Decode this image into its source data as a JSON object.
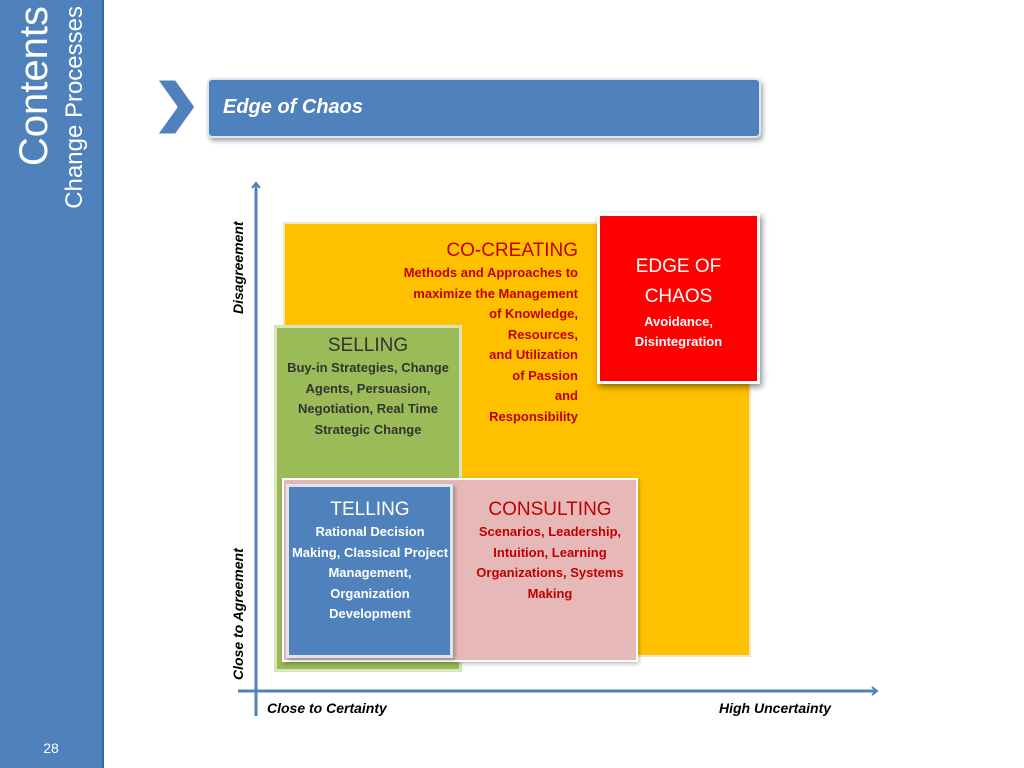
{
  "sidebar": {
    "title": "Contents",
    "subtitle": "Change Processes",
    "page_number": "28"
  },
  "header": {
    "title": "Edge of Chaos"
  },
  "diagram": {
    "co_creating": {
      "heading": "CO-CREATING",
      "description": "Methods and Approaches to\nmaximize the   Management\nof Knowledge,\nResources,\nand Utilization\nof Passion\nand\nResponsibility"
    },
    "selling": {
      "heading": "SELLING",
      "description": "Buy-in Strategies, Change Agents, Persuasion, Negotiation, Real Time Strategic Change"
    },
    "consulting": {
      "heading": "CONSULTING",
      "description": "Scenarios, Leadership, Intuition, Learning Organizations, Systems Making"
    },
    "telling": {
      "heading": "TELLING",
      "description": "Rational Decision Making, Classical Project Management, Organization Development"
    },
    "edge_of_chaos": {
      "heading": "EDGE OF CHAOS",
      "description": "Avoidance, Disintegration"
    },
    "axes": {
      "x_low": "Close to Certainty",
      "x_high": "High Uncertainty",
      "y_low": "Close to Agreement",
      "y_high": "Disagreement"
    }
  },
  "colors": {
    "primary_blue": "#4f81bd",
    "co_creating": "#ffc000",
    "selling": "#9bbb59",
    "consulting": "#e6b9b8",
    "edge_of_chaos": "#ff0000",
    "text_red": "#c00000"
  }
}
